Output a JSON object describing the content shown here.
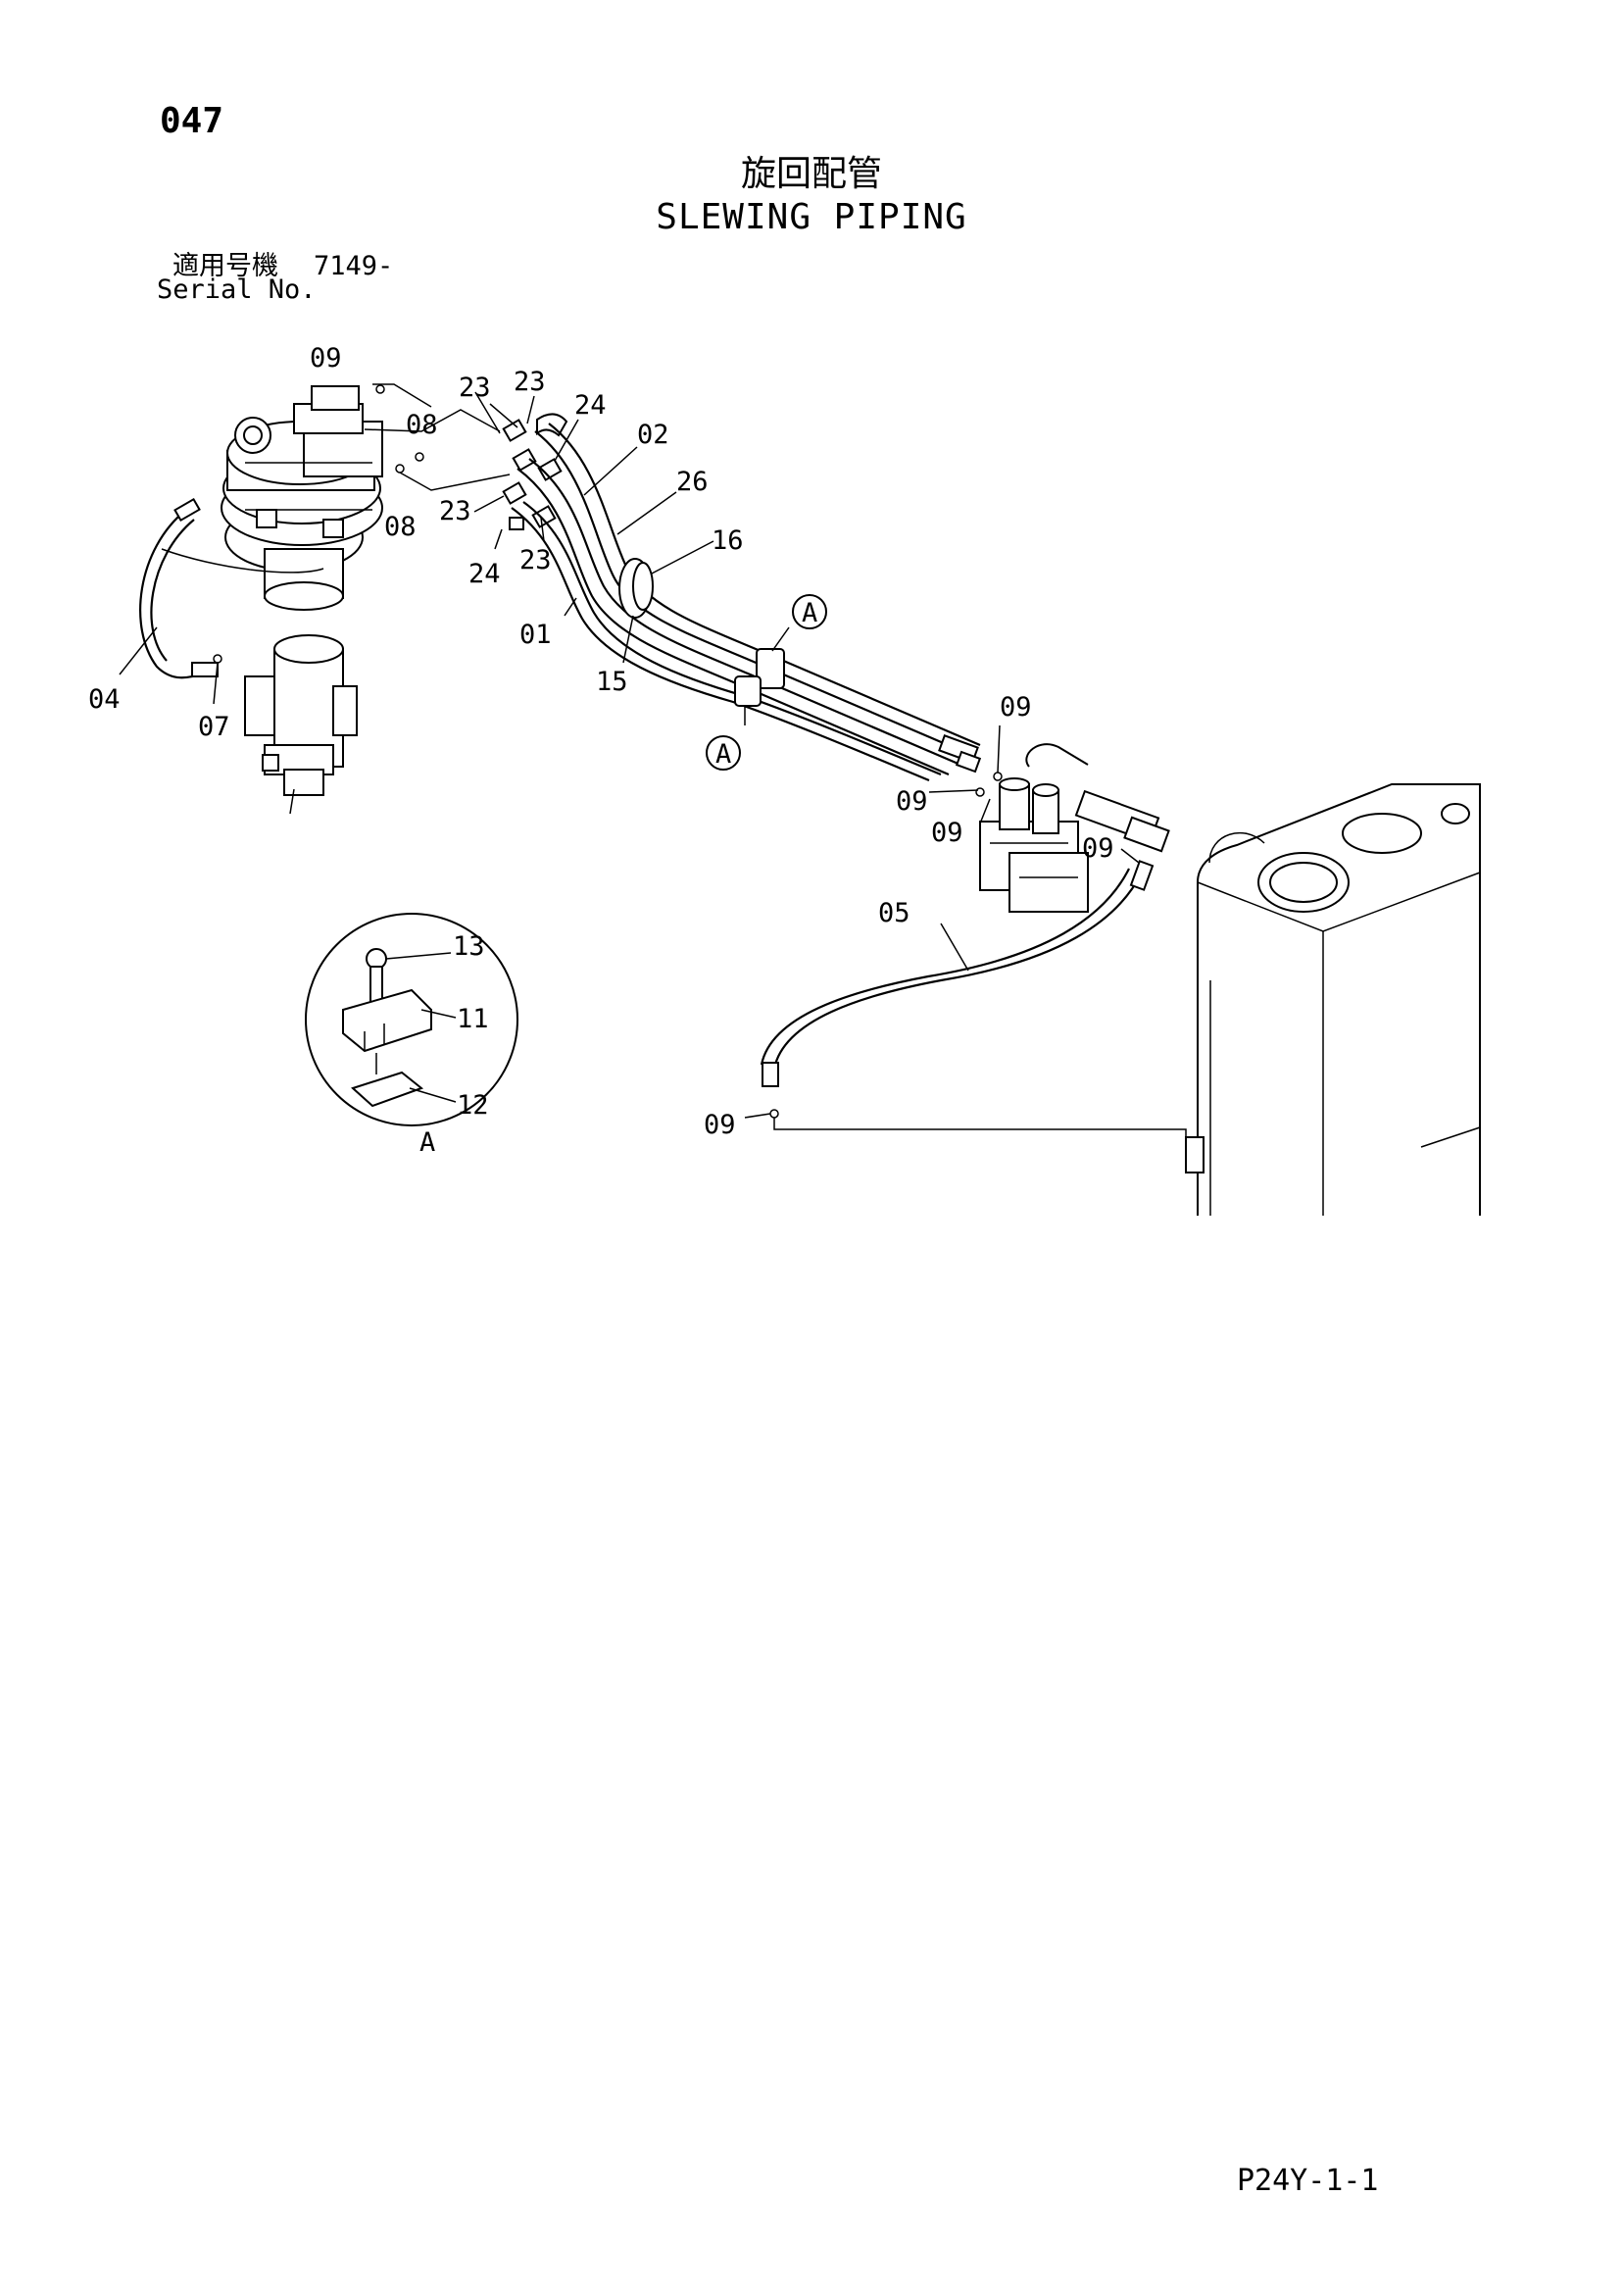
{
  "header": {
    "page_number": "047",
    "title_jp": "旋回配管",
    "title_en": "SLEWING PIPING",
    "serial_label_jp": "適用号機",
    "serial_value": "7149-",
    "serial_label_en": "Serial No."
  },
  "callouts": {
    "c09a": "09",
    "c08a": "08",
    "c08b": "08",
    "c23a": "23",
    "c23b": "23",
    "c23c": "23",
    "c23d": "23",
    "c24a": "24",
    "c24b": "24",
    "c02": "02",
    "c26": "26",
    "c16": "16",
    "c01": "01",
    "c15": "15",
    "c04": "04",
    "c07": "07",
    "c09b": "09",
    "c09c": "09",
    "c09d": "09",
    "c09e": "09",
    "c09f": "09",
    "c05": "05",
    "c13": "13",
    "c11": "11",
    "c12": "12",
    "detailA1": "A",
    "detailA2": "A",
    "detailA3": "A"
  },
  "footer": {
    "code": "P24Y-1-1"
  }
}
